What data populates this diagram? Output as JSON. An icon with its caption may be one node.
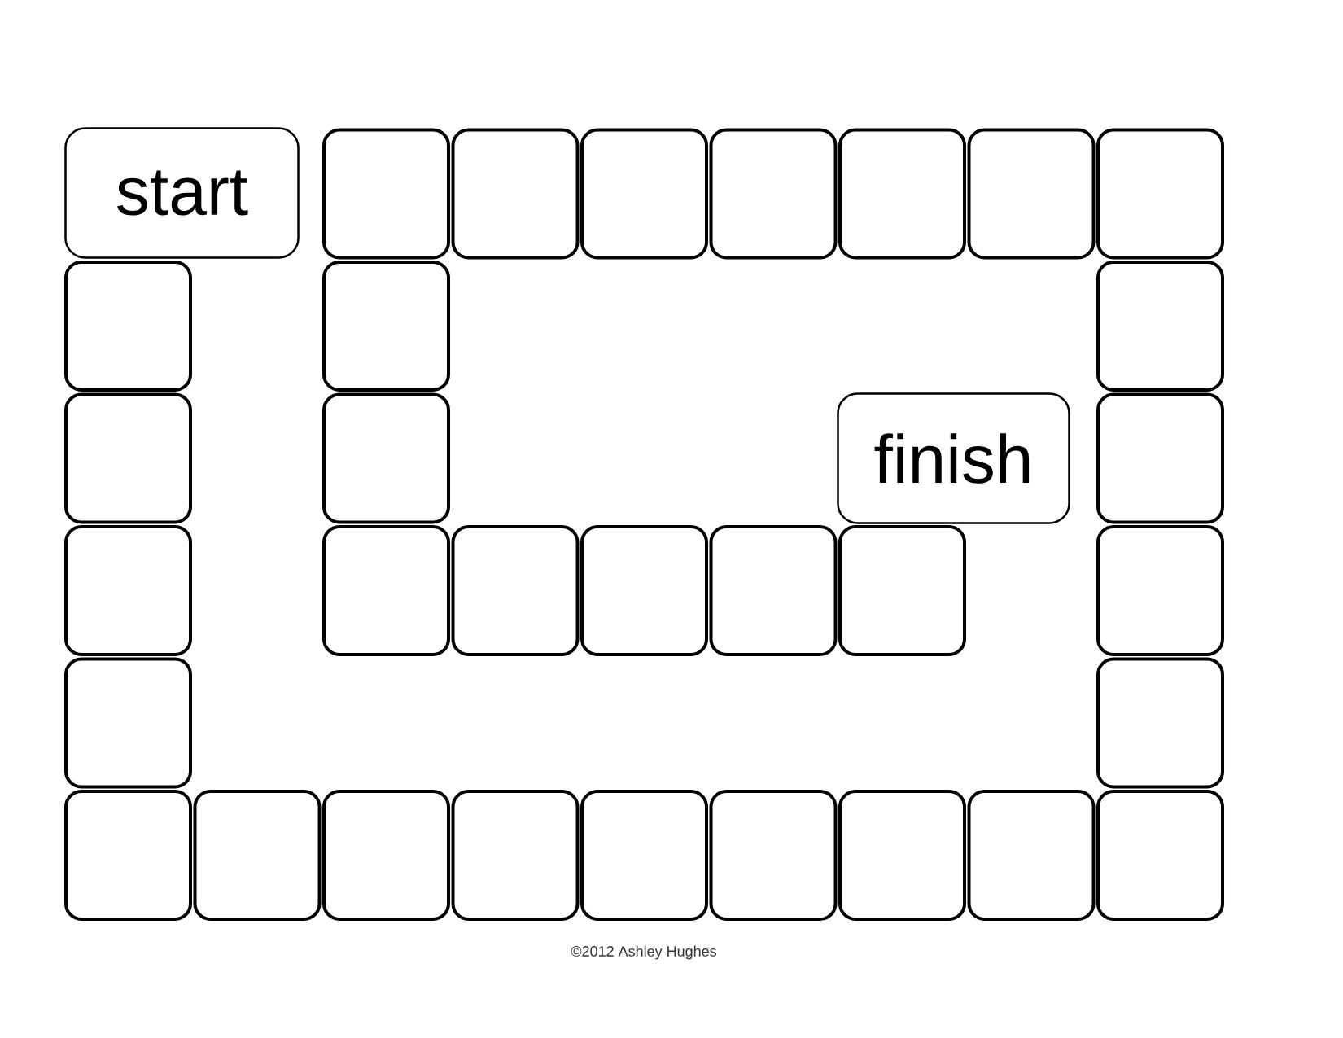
{
  "diagram": {
    "nodes": [
      {
        "text": [
          "start"
        ]
      },
      {
        "text": [],
        "shape": "box"
      },
      {
        "text": [],
        "shape": "box"
      },
      {
        "text": [],
        "shape": "box"
      },
      {
        "text": [],
        "shape": "box"
      },
      {
        "text": [],
        "shape": "box"
      },
      {
        "text": [],
        "shape": "box"
      },
      {
        "text": [],
        "shape": "box"
      },
      {
        "text": [],
        "shape": "box"
      },
      {
        "text": [],
        "shape": "box"
      },
      {
        "text": [],
        "shape": "box"
      },
      {
        "text": [],
        "shape": "box"
      },
      {
        "text": [],
        "shape": "box"
      },
      {
        "text": [
          "finish"
        ]
      },
      {
        "text": [],
        "shape": "box"
      },
      {
        "text": [],
        "shape": "box"
      },
      {
        "text": [],
        "shape": "box"
      },
      {
        "text": [],
        "shape": "box"
      },
      {
        "text": [],
        "shape": "box"
      },
      {
        "text": [],
        "shape": "box"
      },
      {
        "text": [],
        "shape": "box"
      },
      {
        "text": [],
        "shape": "box"
      },
      {
        "text": [],
        "shape": "box"
      },
      {
        "text": [],
        "shape": "box"
      },
      {
        "text": [],
        "shape": "box"
      },
      {
        "text": [],
        "shape": "box"
      },
      {
        "text": [],
        "shape": "box"
      },
      {
        "text": [],
        "shape": "box"
      },
      {
        "text": [],
        "shape": "box"
      },
      {
        "text": [],
        "shape": "box"
      },
      {
        "text": [],
        "shape": "box"
      },
      {
        "text": [],
        "shape": "box"
      },
      {
        "text": [],
        "shape": "box"
      }
    ],
    "labels": [
      "©2012 Ashley Hughes"
    ]
  }
}
